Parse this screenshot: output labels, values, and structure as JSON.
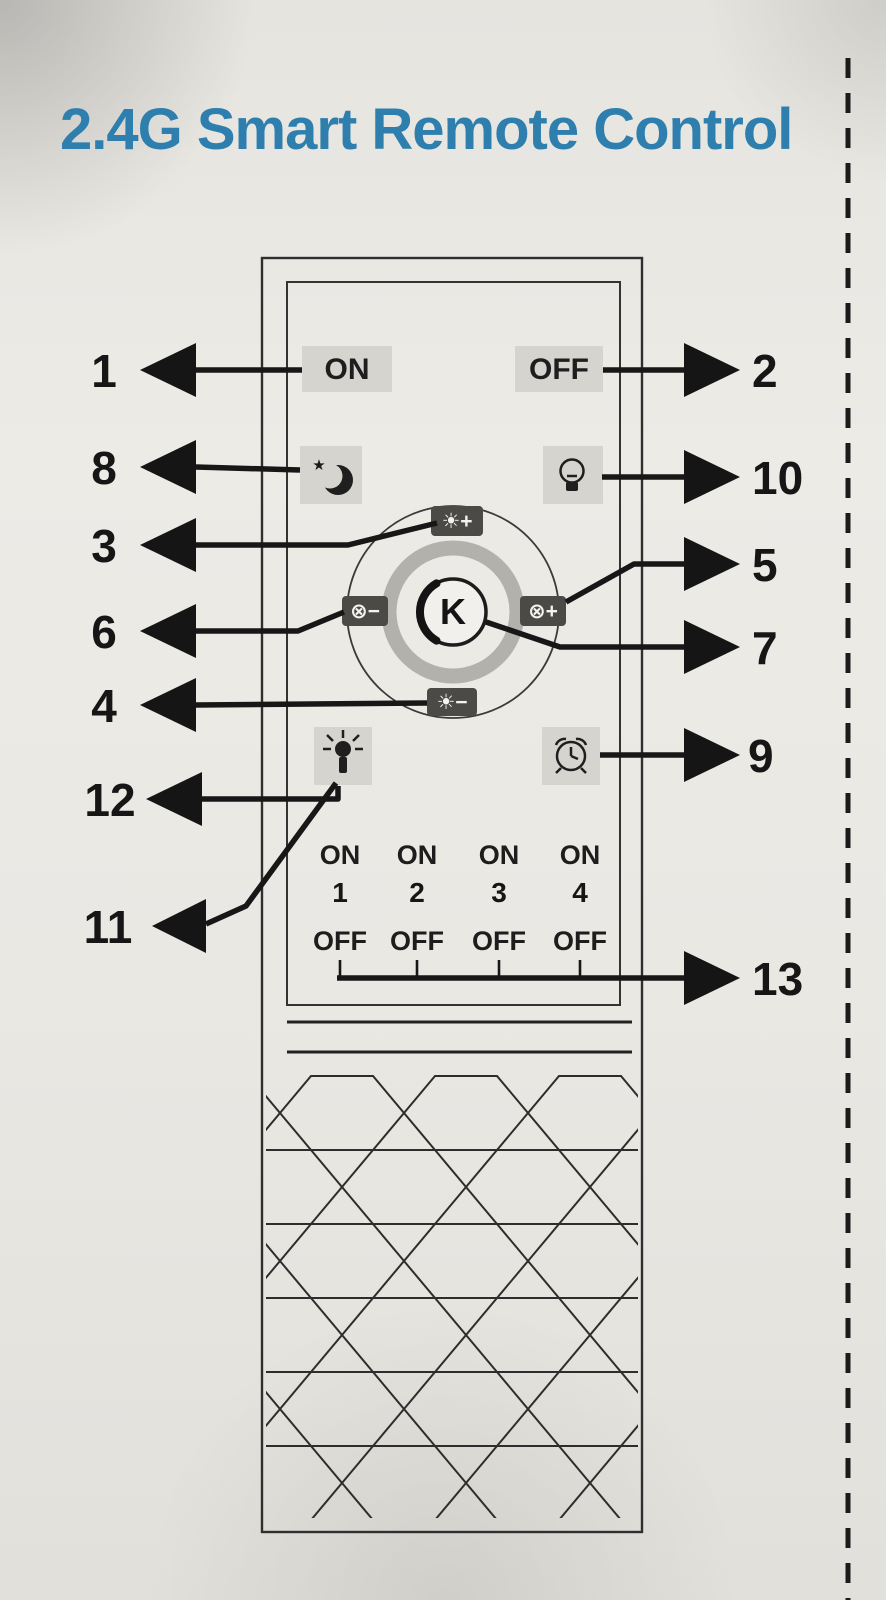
{
  "page": {
    "title": "2.4G Smart Remote Control",
    "title_color": "#2e7fae",
    "paper_color": "#eae8e3",
    "ink_color": "#1c1c1c"
  },
  "remote": {
    "power_on_label": "ON",
    "power_off_label": "OFF",
    "night_star_label": "★",
    "dial": {
      "center_label": "K",
      "brightness_up_label": "☀+",
      "brightness_down_label": "☀−",
      "temp_minus_label": "⊗−",
      "temp_plus_label": "⊗+"
    },
    "zone_grid": {
      "on_row": [
        "ON",
        "ON",
        "ON",
        "ON"
      ],
      "number_row": [
        "1",
        "2",
        "3",
        "4"
      ],
      "off_row": [
        "OFF",
        "OFF",
        "OFF",
        "OFF"
      ]
    },
    "icons": {
      "night_mode": "moon-star-icon",
      "light_bulb": "bulb-icon",
      "bright_light": "torch-icon",
      "timer": "alarm-clock-icon"
    }
  },
  "callouts": {
    "c1": "1",
    "c2": "2",
    "c3": "3",
    "c4": "4",
    "c5": "5",
    "c6": "6",
    "c7": "7",
    "c8": "8",
    "c9": "9",
    "c10": "10",
    "c11": "11",
    "c12": "12",
    "c13": "13"
  }
}
